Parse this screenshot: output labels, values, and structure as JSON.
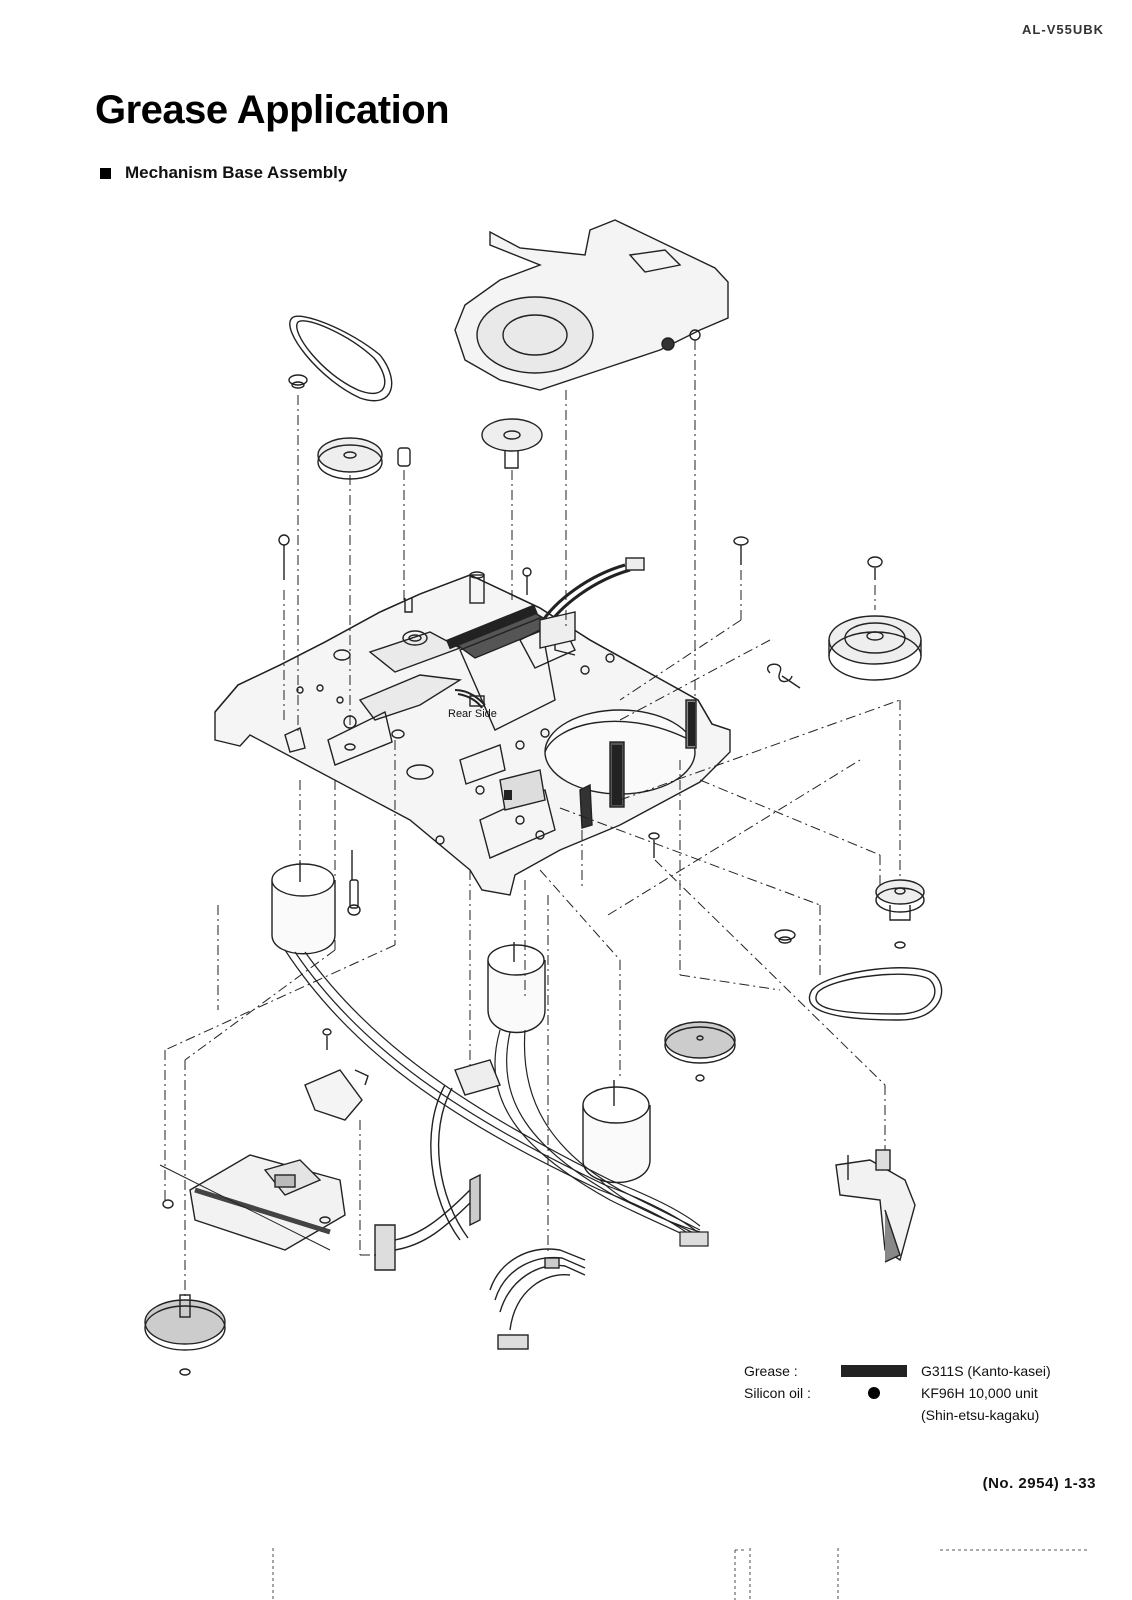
{
  "header": {
    "model_code": "AL-V55UBK"
  },
  "title": "Grease Application",
  "section": {
    "heading": "Mechanism Base Assembly"
  },
  "diagram": {
    "callout_rear_side": "Rear Side"
  },
  "legend": {
    "grease_label": "Grease :",
    "grease_value": "G311S (Kanto-kasei)",
    "oil_label": "Silicon oil :",
    "oil_value_line1": "KF96H 10,000 unit",
    "oil_value_line2": "(Shin-etsu-kagaku)"
  },
  "footer": {
    "page_number": "(No. 2954) 1-33"
  },
  "colors": {
    "ink": "#111111",
    "grease_swatch": "#222222"
  }
}
